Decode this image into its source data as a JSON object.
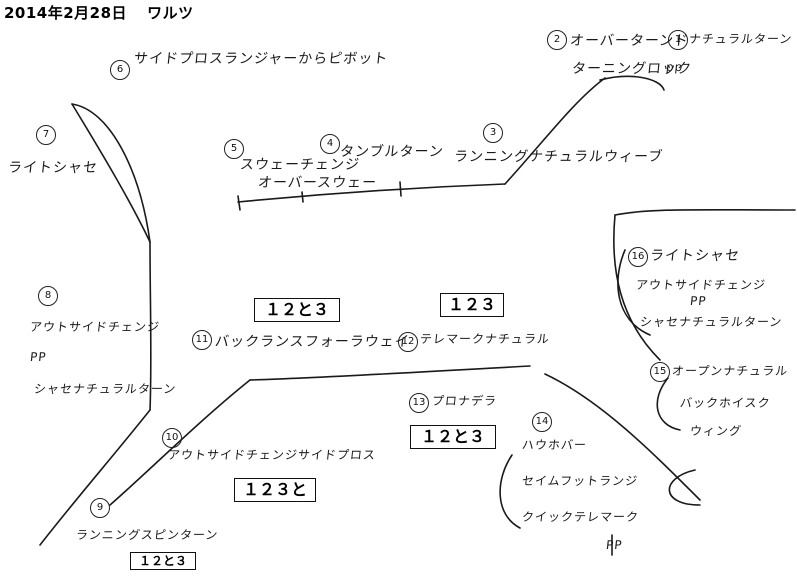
{
  "header": {
    "date": "2014年2月28日",
    "title": "ワルツ"
  },
  "figures": [
    {
      "num": "1",
      "name": "ナチュラルターン"
    },
    {
      "num": "2",
      "name": "オーバーターンド"
    },
    {
      "num": "3",
      "name": "ランニングナチュラルウィーブ"
    },
    {
      "num": "4",
      "name": "タンブルターン"
    },
    {
      "num": "5",
      "name": "スウェーチェンジ"
    },
    {
      "num": "5b",
      "name": "オーバースウェー"
    },
    {
      "num": "1b",
      "name": "ターニングロック"
    },
    {
      "num": "6",
      "name": "サイドプロスランジャーからピボット"
    },
    {
      "num": "7",
      "name": "ライトシャセ"
    },
    {
      "num": "8",
      "name": "アウトサイドチェンジ"
    },
    {
      "num": "8b",
      "name": "PP"
    },
    {
      "num": "8c",
      "name": "シャセナチュラルターン"
    },
    {
      "num": "9",
      "name": "ランニングスピンターン"
    },
    {
      "num": "10",
      "name": "アウトサイドチェンジサイドプロス"
    },
    {
      "num": "11",
      "name": "バックランスフォーラウェイ"
    },
    {
      "num": "12",
      "name": "テレマークナチュラル"
    },
    {
      "num": "13",
      "name": "プロナデラ"
    },
    {
      "num": "14a",
      "name": "ハウホバー"
    },
    {
      "num": "14b",
      "name": "セイムフットランジ"
    },
    {
      "num": "14c",
      "name": "クイックテレマーク"
    },
    {
      "num": "14d",
      "name": "PP"
    },
    {
      "num": "15a",
      "name": "オープンナチュラル"
    },
    {
      "num": "15b",
      "name": "バックホイスク"
    },
    {
      "num": "15c",
      "name": "ウィング"
    },
    {
      "num": "16a",
      "name": "ライトシャセ"
    },
    {
      "num": "16b",
      "name": "アウトサイドチェンジ"
    },
    {
      "num": "16c",
      "name": "PP"
    },
    {
      "num": "16d",
      "name": "シャセナチュラルターン"
    }
  ],
  "numbers": {
    "n1": "1",
    "n2": "2",
    "n3": "3",
    "n4": "4",
    "n5": "5",
    "n6": "6",
    "n7": "7",
    "n8": "8",
    "n9": "9",
    "n10": "10",
    "n11": "11",
    "n12": "12",
    "n13": "13",
    "n14": "14",
    "n15": "15",
    "n16": "16"
  },
  "counts": {
    "c_center_left": "１２と３",
    "c_center_right": "１２３",
    "c_13": "１２と３",
    "c_10": "１２３と",
    "c_9": "１２と３"
  }
}
